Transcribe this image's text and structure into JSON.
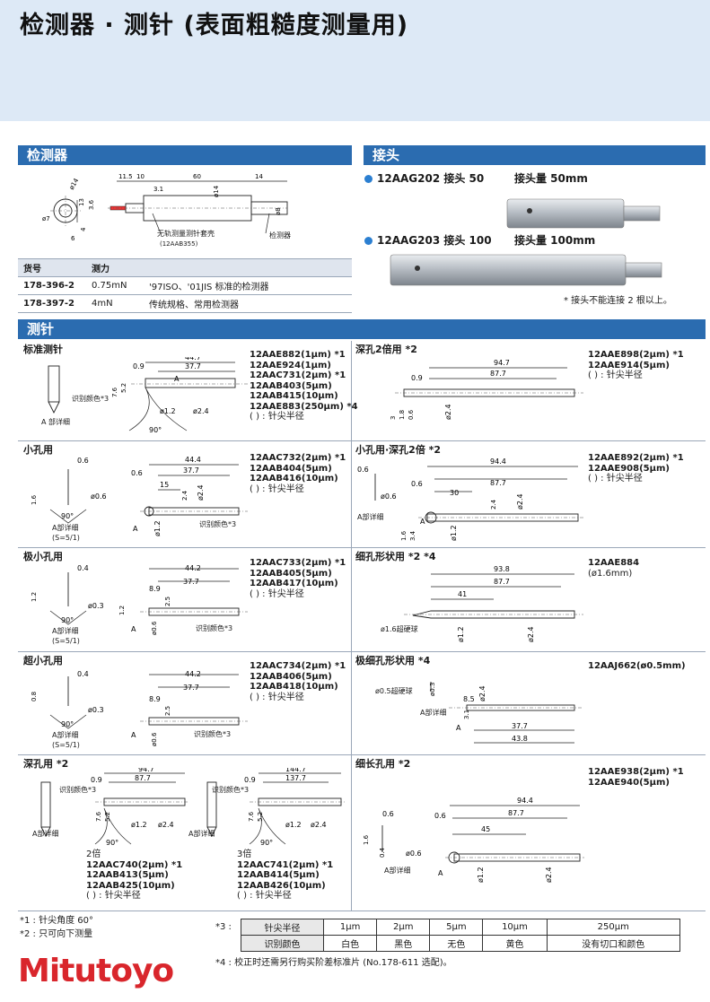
{
  "title": "检测器 · 测针 (表面粗糙度测量用)",
  "sections": {
    "detector": "检测器",
    "connector": "接头",
    "stylus": "测针"
  },
  "detector": {
    "dims": {
      "d1": "11.5",
      "d2": "10",
      "d3": "60",
      "d4": "14",
      "d5": "3.1",
      "d6": "ø14",
      "d7": "ø8",
      "d8": "ø7",
      "d9": "14",
      "d10": "13",
      "d11": "3.6",
      "d12": "4",
      "d13": "6"
    },
    "note1": "无轨测量测针套壳",
    "note1b": "(12AAB355)",
    "note2": "检测器",
    "table": {
      "headers": [
        "货号",
        "测力",
        ""
      ],
      "rows": [
        [
          "178-396-2",
          "0.75mN",
          "'97ISO、'01JIS 标准的检测器"
        ],
        [
          "178-397-2",
          "4mN",
          "传统规格、常用检测器"
        ]
      ]
    }
  },
  "connector": {
    "items": [
      {
        "code": "12AAG202 接头 50",
        "length": "接头量 50mm"
      },
      {
        "code": "12AAG203 接头 100",
        "length": "接头量 100mm"
      }
    ],
    "note": "* 接头不能连接 2 根以上。"
  },
  "stylus_cells": [
    {
      "title": "标准测针",
      "models": [
        "12AAE882(1μm) *1",
        "12AAE924(1μm)",
        "12AAC731(2μm) *1",
        "12AAB403(5μm)",
        "12AAB415(10μm)",
        "12AAE883(250μm) *4"
      ],
      "note": "( ) : 针尖半径",
      "dims": [
        "44.7",
        "37.7",
        "0.9",
        "ø1.2",
        "ø2.4",
        "90°",
        "A",
        "5.2",
        "7.6"
      ],
      "labels": [
        "识别颜色*3",
        "A 部详细"
      ]
    },
    {
      "title": "深孔2倍用 *2",
      "models": [
        "12AAE898(2μm) *1",
        "12AAE914(5μm)"
      ],
      "note": "( ) : 针尖半径",
      "dims": [
        "94.7",
        "87.7",
        "0.9",
        "ø2.4",
        "3",
        "1.8",
        "0.6"
      ],
      "labels": []
    },
    {
      "title": "小孔用",
      "models": [
        "12AAC732(2μm) *1",
        "12AAB404(5μm)",
        "12AAB416(10μm)"
      ],
      "note": "( ) : 针尖半径",
      "dims": [
        "44.4",
        "37.7",
        "0.6",
        "15",
        "ø2.4",
        "2.4",
        "ø1.2",
        "1.6",
        "ø0.6",
        "90°",
        "A"
      ],
      "labels": [
        "识别颜色*3",
        "A部详细",
        "(S=5/1)"
      ]
    },
    {
      "title": "小孔用·深孔2倍 *2",
      "models": [
        "12AAE892(2μm) *1",
        "12AAE908(5μm)"
      ],
      "note": "( ) : 针尖半径",
      "dims": [
        "94.4",
        "87.7",
        "0.6",
        "30",
        "2.4",
        "ø2.4",
        "ø1.2",
        "1.6",
        "3.4",
        "ø0.6",
        "A"
      ],
      "labels": [
        "A部详细"
      ]
    },
    {
      "title": "极小孔用",
      "models": [
        "12AAC733(2μm) *1",
        "12AAB405(5μm)",
        "12AAB417(10μm)"
      ],
      "note": "( ) : 针尖半径",
      "dims": [
        "44.2",
        "37.7",
        "0.4",
        "8.9",
        "1.2",
        "2.5",
        "ø0.6",
        "ø0.3",
        "90°",
        "A"
      ],
      "labels": [
        "识别颜色*3",
        "A部详细",
        "(S=5/1)"
      ]
    },
    {
      "title": "细孔形状用 *2 *4",
      "models": [
        "12AAE884",
        "(ø1.6mm)"
      ],
      "note": "",
      "dims": [
        "93.8",
        "87.7",
        "41",
        "ø1.2",
        "ø2.4"
      ],
      "labels": [
        "ø1.6超硬球"
      ]
    },
    {
      "title": "超小孔用",
      "models": [
        "12AAC734(2μm) *1",
        "12AAB406(5μm)",
        "12AAB418(10μm)"
      ],
      "note": "( ) : 针尖半径",
      "dims": [
        "44.2",
        "37.7",
        "0.4",
        "8.9",
        "2.5",
        "0.8",
        "ø0.6",
        "ø0.3",
        "90°",
        "A"
      ],
      "labels": [
        "识别颜色*3",
        "A部详细",
        "(S=5/1)"
      ]
    },
    {
      "title": "极细孔形状用 *4",
      "models": [
        "12AAJ662(ø0.5mm)"
      ],
      "note": "",
      "dims": [
        "37.7",
        "43.8",
        "8.5",
        "ø2.4",
        "3.1",
        "ø0.3",
        "A"
      ],
      "labels": [
        "ø0.5超硬球",
        "A部详细"
      ]
    },
    {
      "title": "深孔用 *2",
      "models": [
        "2倍",
        "12AAC740(2μm) *1",
        "12AAB413(5μm)",
        "12AAB425(10μm)",
        "( ) : 针尖半径",
        "3倍",
        "12AAC741(2μm) *1",
        "12AAB414(5μm)",
        "12AAB426(10μm)",
        "( ) : 针尖半径"
      ],
      "note": "",
      "dims": [
        "94.7",
        "87.7",
        "0.9",
        "ø1.2",
        "ø2.4",
        "7.6",
        "5.2",
        "90°",
        "144.7",
        "137.7"
      ],
      "labels": [
        "识别颜色*3",
        "A部详细",
        "识别颜色*3",
        "A部详细"
      ]
    },
    {
      "title": "细长孔用 *2",
      "models": [
        "12AAE938(2μm) *1",
        "12AAE940(5μm)"
      ],
      "note": "",
      "dims": [
        "94.4",
        "87.7",
        "0.6",
        "0.6",
        "45",
        "1.6",
        "0.4",
        "ø0.6",
        "ø1.2",
        "ø2.4",
        "A"
      ],
      "labels": [
        "A部详细"
      ]
    }
  ],
  "footnotes": {
    "n1": "*1 : 针尖角度 60°",
    "n2": "*2 : 只可向下测量",
    "n3_label": "*3 :",
    "n4": "*4 : 校正时还需另行购买阶差标准片 (No.178-611 选配)。",
    "color_table": {
      "row1": [
        "针尖半径",
        "1μm",
        "2μm",
        "5μm",
        "10μm",
        "250μm"
      ],
      "row2": [
        "识别颜色",
        "白色",
        "黑色",
        "无色",
        "黄色",
        "没有切口和颜色"
      ]
    }
  },
  "logo": "Mitutoyo"
}
